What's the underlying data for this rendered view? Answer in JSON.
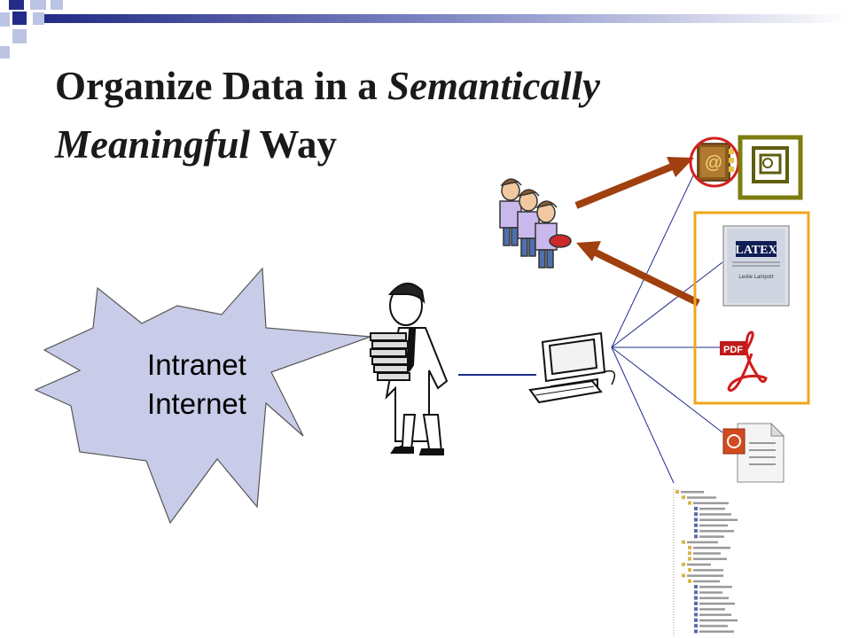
{
  "slide": {
    "title_part1": "Organize Data in a ",
    "title_emph1": "Semantically",
    "title_emph2": "Meaningful",
    "title_part2": " Way"
  },
  "burst": {
    "line1": "Intranet",
    "line2": "Internet",
    "fill_color": "#c9cce8"
  },
  "icons": {
    "address_book": "address-book-icon",
    "presentation": "presentation-icon",
    "latex_book": "latex-book-icon",
    "latex_book_title": "LATEX",
    "latex_book_author": "Leslie Lamport",
    "pdf": "pdf-icon",
    "pdf_label": "PDF",
    "powerpoint": "powerpoint-document-icon",
    "file_tree": "file-tree-icon"
  },
  "colors": {
    "arrow": "#a0400e",
    "highlight_circle": "#d21f1f",
    "presentation_frame": "#7d7d10",
    "document_frame": "#f2a51d",
    "network_lines": "#1f2d8a"
  }
}
